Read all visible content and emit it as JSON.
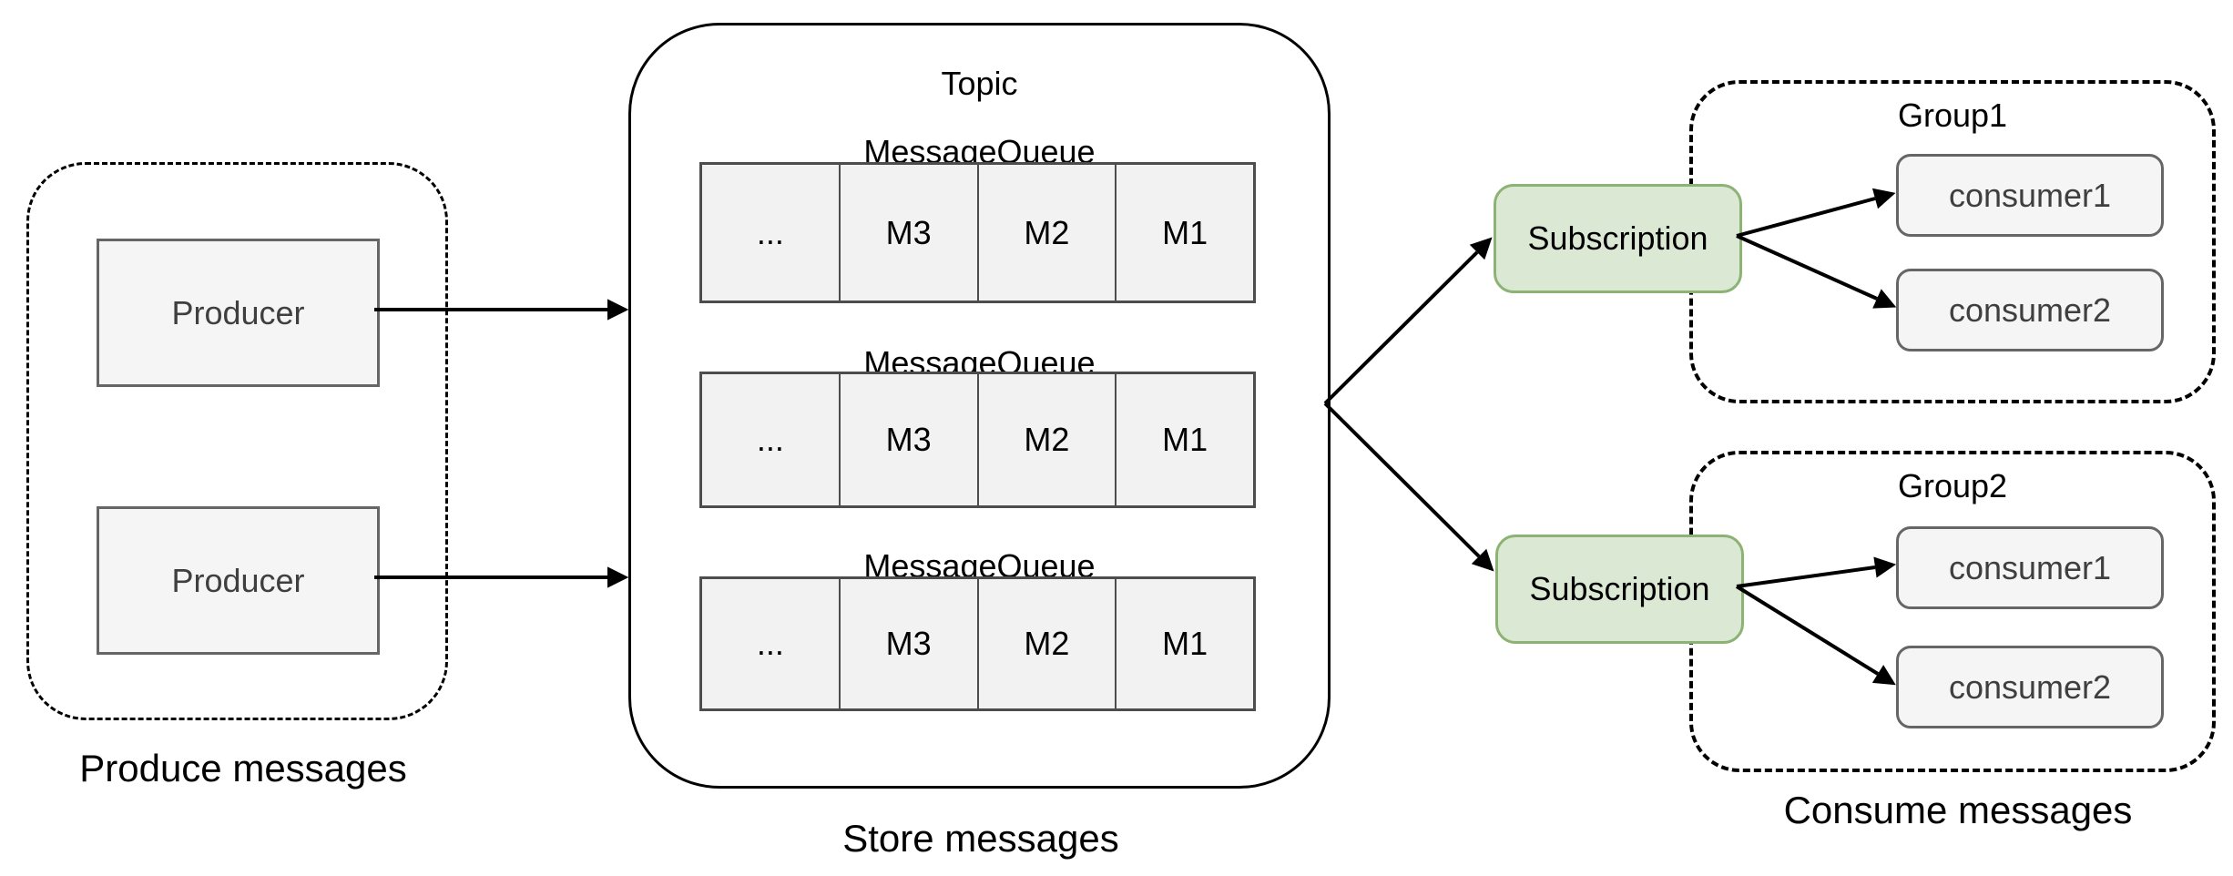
{
  "diagram": {
    "produce_section": {
      "label": "Produce messages",
      "producers": [
        {
          "label": "Producer"
        },
        {
          "label": "Producer"
        }
      ]
    },
    "topic_section": {
      "label": "Store messages",
      "topic_title": "Topic",
      "queues": [
        {
          "title": "MessageQueue",
          "cells": [
            "...",
            "M3",
            "M2",
            "M1"
          ]
        },
        {
          "title": "MessageQueue",
          "cells": [
            "...",
            "M3",
            "M2",
            "M1"
          ]
        },
        {
          "title": "MessageQueue",
          "cells": [
            "...",
            "M3",
            "M2",
            "M1"
          ]
        }
      ]
    },
    "consume_section": {
      "label": "Consume messages",
      "subscriptions": [
        {
          "label": "Subscription"
        },
        {
          "label": "Subscription"
        }
      ],
      "groups": [
        {
          "title": "Group1",
          "consumers": [
            {
              "label": "consumer1"
            },
            {
              "label": "consumer2"
            }
          ]
        },
        {
          "title": "Group2",
          "consumers": [
            {
              "label": "consumer1"
            },
            {
              "label": "consumer2"
            }
          ]
        }
      ]
    },
    "colors": {
      "background": "#ffffff",
      "node_fill": "#f5f5f5",
      "node_border": "#666666",
      "cell_fill": "#f2f2f2",
      "cell_border": "#4d4d4d",
      "subscription_fill": "#dbe8d4",
      "subscription_border": "#8cb373",
      "line_color": "#000000"
    }
  }
}
